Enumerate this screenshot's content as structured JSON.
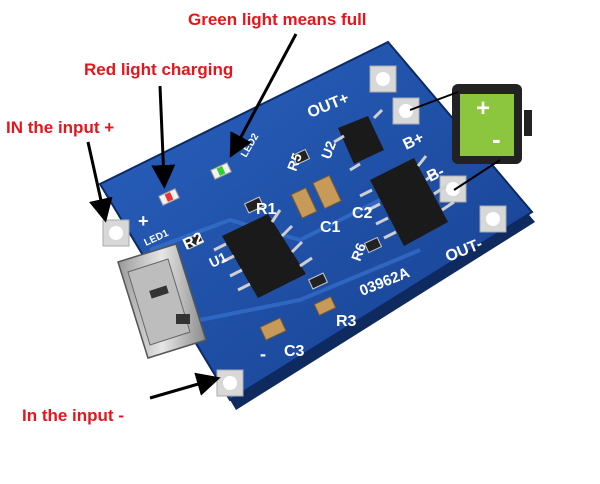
{
  "annotations": {
    "green_light": "Green light means full",
    "red_light": "Red light charging",
    "in_plus": "IN the input +",
    "in_minus": "In the input -"
  },
  "board_silkscreen": {
    "out_plus": "OUT+",
    "out_minus": "OUT-",
    "b_plus": "B+",
    "b_minus": "B-",
    "plus": "+",
    "minus": "-",
    "led1": "LED1",
    "led2": "LED2",
    "r1": "R1",
    "r2": "R2",
    "r3": "R3",
    "r5": "R5",
    "r6": "R6",
    "c1": "C1",
    "c2": "C2",
    "c3": "C3",
    "u1": "U1",
    "u2": "U2",
    "part_no": "03962A"
  },
  "battery": {
    "plus": "+",
    "minus": "-"
  },
  "colors": {
    "annotation_text": "#e8141b",
    "pcb": "#1f4fa3",
    "battery_fill": "#8cc63f",
    "arrow": "#000000"
  }
}
